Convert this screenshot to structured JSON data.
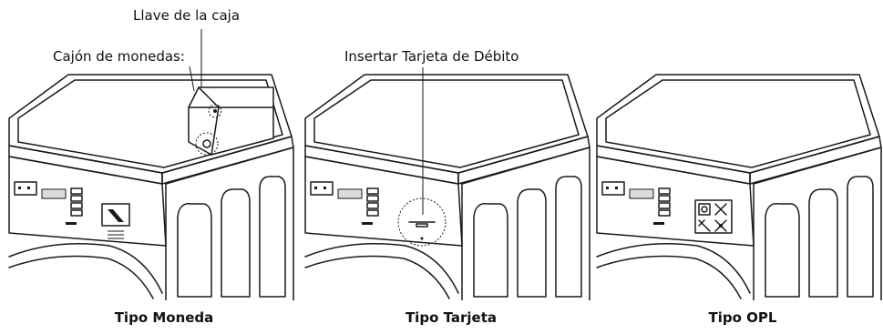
{
  "labels": {
    "cash_box_key": "Llave de la caja",
    "coin_drawer": "Cajón de monedas:",
    "insert_debit_card": "Insertar Tarjeta de Débito"
  },
  "captions": {
    "coin": "Tipo Moneda",
    "card": "Tipo Tarjeta",
    "opl": "Tipo OPL"
  }
}
